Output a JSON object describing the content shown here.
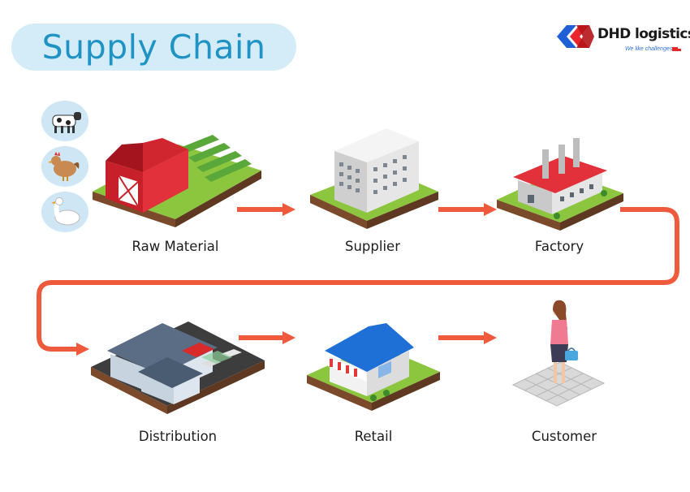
{
  "title": "Supply Chain",
  "brand": {
    "name": "DHD logistics",
    "tagline": "We like challenges",
    "colors": {
      "blue": "#1e5fd8",
      "red": "#e8262c"
    }
  },
  "stages": [
    {
      "label": "Raw Material",
      "icon": "barn-farm-icon"
    },
    {
      "label": "Supplier",
      "icon": "office-building-icon"
    },
    {
      "label": "Factory",
      "icon": "factory-icon"
    },
    {
      "label": "Distribution",
      "icon": "warehouse-icon"
    },
    {
      "label": "Retail",
      "icon": "retail-shop-icon"
    },
    {
      "label": "Customer",
      "icon": "customer-person-icon"
    }
  ],
  "colors": {
    "title": "#1f93c4",
    "title_bg": "#d4ecf8",
    "arrow": "#ee5a3b",
    "grass": "#8cc63f"
  }
}
